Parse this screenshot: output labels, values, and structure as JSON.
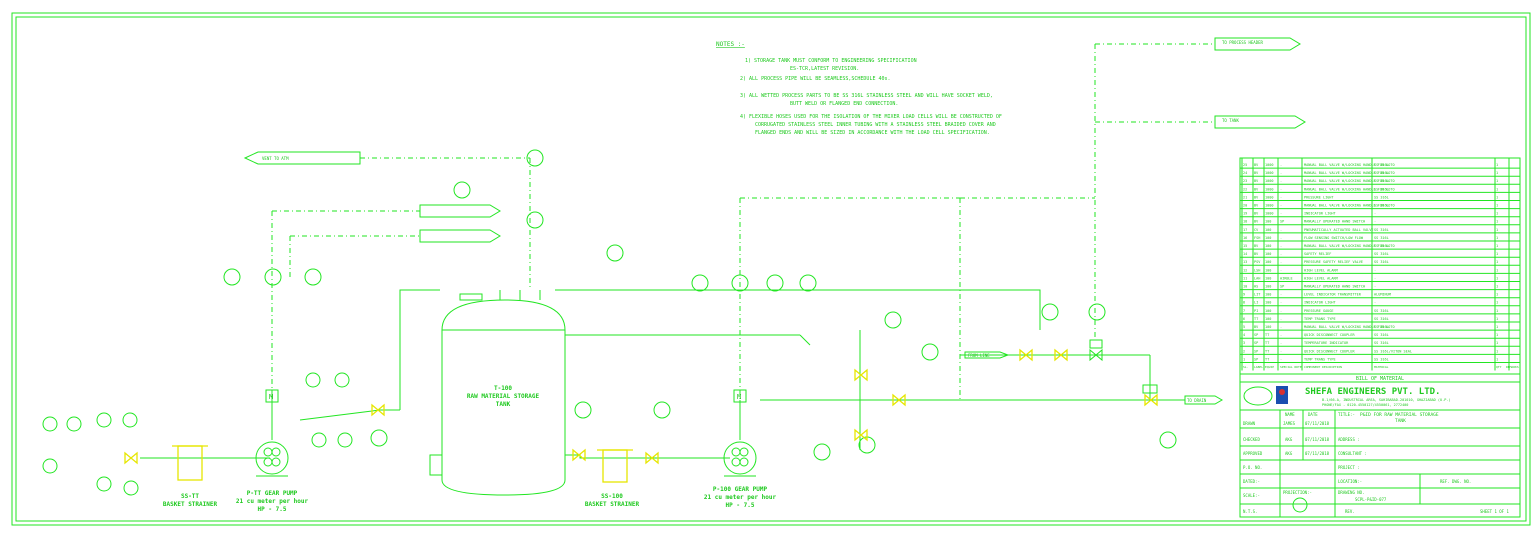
{
  "notes": {
    "heading": "NOTES :-",
    "lines": [
      "1) STORAGE TANK MUST CONFORM TO ENGINEERING SPECIFICATION",
      "ES-TCR,LATEST REVISION.",
      "2) ALL PROCESS PIPE WILL BE SEAMLESS,SCHEDULE 40s.",
      "3) ALL WETTED PROCESS PARTS TO BE SS 316L STAINLESS STEEL AND WILL HAVE SOCKET WELD,",
      "BUTT WELD OR FLANGED END CONNECTION.",
      "4) FLEXIBLE HOSES USED FOR THE ISOLATION OF THE MIXER LOAD CELLS WILL BE CONSTRUCTED OF",
      "CORRUGATED STAINLESS STEEL INNER TUBING WITH A STAINLESS STEEL BRAIDED COVER AND",
      "FLANGED ENDS AND WILL BE SIZED IN ACCORDANCE WITH THE LOAD CELL SPECIFICATION."
    ]
  },
  "equipment": {
    "tank_tag": "T-100",
    "tank_name": "RAW MATERIAL STORAGE",
    "tank_sub": "TANK",
    "pump1_tag": "P-TT GEAR PUMP",
    "pump1_rate": "21 cu meter per hour",
    "pump1_hp": "HP - 7.5",
    "pump2_tag": "P-100 GEAR PUMP",
    "pump2_rate": "21 cu meter per hour",
    "pump2_hp": "HP - 7.5",
    "strainer1_tag": "SS-TT",
    "strainer1_name": "BASKET STRAINER",
    "strainer2_tag": "SS-100",
    "strainer2_name": "BASKET STRAINER",
    "motor_label": "M"
  },
  "bom": {
    "title": "BILL OF MATERIAL",
    "rows": [
      [
        "25",
        "BV",
        "1000",
        "-",
        "MANUAL BALL VALVE W/LOCKING HANDLE FOR LOTO",
        "SS 316L",
        "1"
      ],
      [
        "24",
        "BV",
        "1000",
        "-",
        "MANUAL BALL VALVE W/LOCKING HANDLE FOR LOTO",
        "SS 316L",
        "1"
      ],
      [
        "23",
        "BV",
        "1000",
        "-",
        "MANUAL BALL VALVE W/LOCKING HANDLE FOR LOTO",
        "SS 316L",
        "1"
      ],
      [
        "22",
        "BV",
        "1000",
        "-",
        "MANUAL BALL VALVE W/LOCKING HANDLE FOR LOTO",
        "SS 316L",
        "1"
      ],
      [
        "21",
        "BV",
        "1000",
        "-",
        "PRESSURE LIGHT",
        "SS 316L",
        "1"
      ],
      [
        "20",
        "BV",
        "1000",
        "-",
        "MANUAL BALL VALVE W/LOCKING HANDLE FOR LOTO",
        "SS 316L",
        "1"
      ],
      [
        "19",
        "BV",
        "1000",
        "-",
        "INDICATOR LIGHT",
        "-",
        "1"
      ],
      [
        "18",
        "BV",
        "100",
        "SP",
        "MANUALLY OPERATED HAND SWITCH",
        "-",
        "1"
      ],
      [
        "17",
        "CV",
        "100",
        "-",
        "PNEUMATICALLY ACTUATED BALL VALVE",
        "SS 316L",
        "1"
      ],
      [
        "16",
        "FSH",
        "100",
        "-",
        "FLOW SENSING SWITCH/LOW FLOW",
        "SS 316L",
        "1"
      ],
      [
        "15",
        "BV",
        "100",
        "-",
        "MANUAL BALL VALVE W/LOCKING HANDLE FOR LOTO",
        "SS 316L",
        "1"
      ],
      [
        "14",
        "BV",
        "100",
        "-",
        "SAFETY RELIEF",
        "SS 316L",
        "1"
      ],
      [
        "13",
        "PSV",
        "100",
        "-",
        "PRESSURE SAFETY RELIEF VALVE",
        "SS 316L",
        "1"
      ],
      [
        "12",
        "LSH",
        "100",
        "-",
        "HIGH LEVEL ALARM",
        "-",
        "1"
      ],
      [
        "11",
        "LAH",
        "100",
        "AIRBLE",
        "HIGH LEVEL ALARM",
        "-",
        "1"
      ],
      [
        "10",
        "HS",
        "100",
        "SP",
        "MANUALLY OPERATED HAND SWITCH",
        "-",
        "1"
      ],
      [
        "9",
        "LIT",
        "100",
        "-",
        "LEVEL INDICATOR TRANSMITTER",
        "ALUMINUM",
        "1"
      ],
      [
        "8",
        "LI",
        "100",
        "-",
        "INDICATOR LIGHT",
        "-",
        "1"
      ],
      [
        "7",
        "PI",
        "100",
        "-",
        "PRESSURE GAUGE",
        "SS 316L",
        "1"
      ],
      [
        "6",
        "TT",
        "100",
        "-",
        "TEMP TRANS TYPE",
        "SS 316L",
        "1"
      ],
      [
        "5",
        "BV",
        "100",
        "-",
        "MANUAL BALL VALVE W/LOCKING HANDLE FOR LOTO",
        "SS 316L",
        "1"
      ],
      [
        "4",
        "SP",
        "TT",
        "-",
        "QUICK DISCONNECT COUPLER",
        "SS 316L",
        "1"
      ],
      [
        "3",
        "SP",
        "TT",
        "-",
        "TEMPERATURE INDICATOR",
        "SS 316L",
        "1"
      ],
      [
        "2",
        "SP",
        "TT",
        "-",
        "QUICK DISCONNECT COUPLER",
        "SS 316L/VITON SEAL",
        "1"
      ],
      [
        "1",
        "SP",
        "TT",
        "-",
        "TEMP TRANS TYPE",
        "SS 316L",
        "1"
      ]
    ],
    "header": [
      "SL.",
      "LABEL",
      "EQUIP",
      "SPECIAL NOTE",
      "COMPONENT DESCRIPTION",
      "MATERIAL",
      "QTY",
      "REMARKS"
    ]
  },
  "titleblock": {
    "company": "SHEFA ENGINEERS PVT. LTD.",
    "address1": "B-1/66-A, INDUSTRIAL AREA, SAHIBABAD-201010, GHAZIABAD (U.P.)",
    "address2": "PHONE/FAX - 0120-4550127/4550061, 2772400",
    "name_hdr": "NAME",
    "date_hdr": "DATE",
    "title_hdr": "TITLE:-",
    "title_val": "P&ID FOR RAW MATERIAL STORAGE",
    "title_val2": "TANK",
    "drawn": "DRAWN",
    "drawn_name": "JAMES",
    "drawn_date": "07/11/2018",
    "checked": "CHECKED",
    "checked_name": "AKG",
    "checked_date": "07/11/2018",
    "approved": "APPROVED",
    "approved_name": "AKG",
    "approved_date": "07/11/2018",
    "address_lbl": "ADDRESS :",
    "consultant_lbl": "CONSULTANT :",
    "po_no": "P.O. NO.",
    "project": "PROJECT :",
    "dated": "DATED:-",
    "location": "LOCATION:-",
    "ref_dwg": "REF. DWG. NO.",
    "scale": "SCALE:-",
    "projection": "PROJECTION:-",
    "drawing_no_lbl": "DRAWING NO.",
    "drawing_no": "SCPL-P&ID-077",
    "nts": "N.T.S.",
    "rev": "REV.",
    "sheet": "SHEET 1 OF 1"
  },
  "line_labels": {
    "to_header": "TO PROCESS HEADER",
    "to_tank": "TO TANK",
    "from_line": "FROM LINE",
    "to_drain": "TO DRAIN",
    "vent": "VENT TO ATM"
  }
}
